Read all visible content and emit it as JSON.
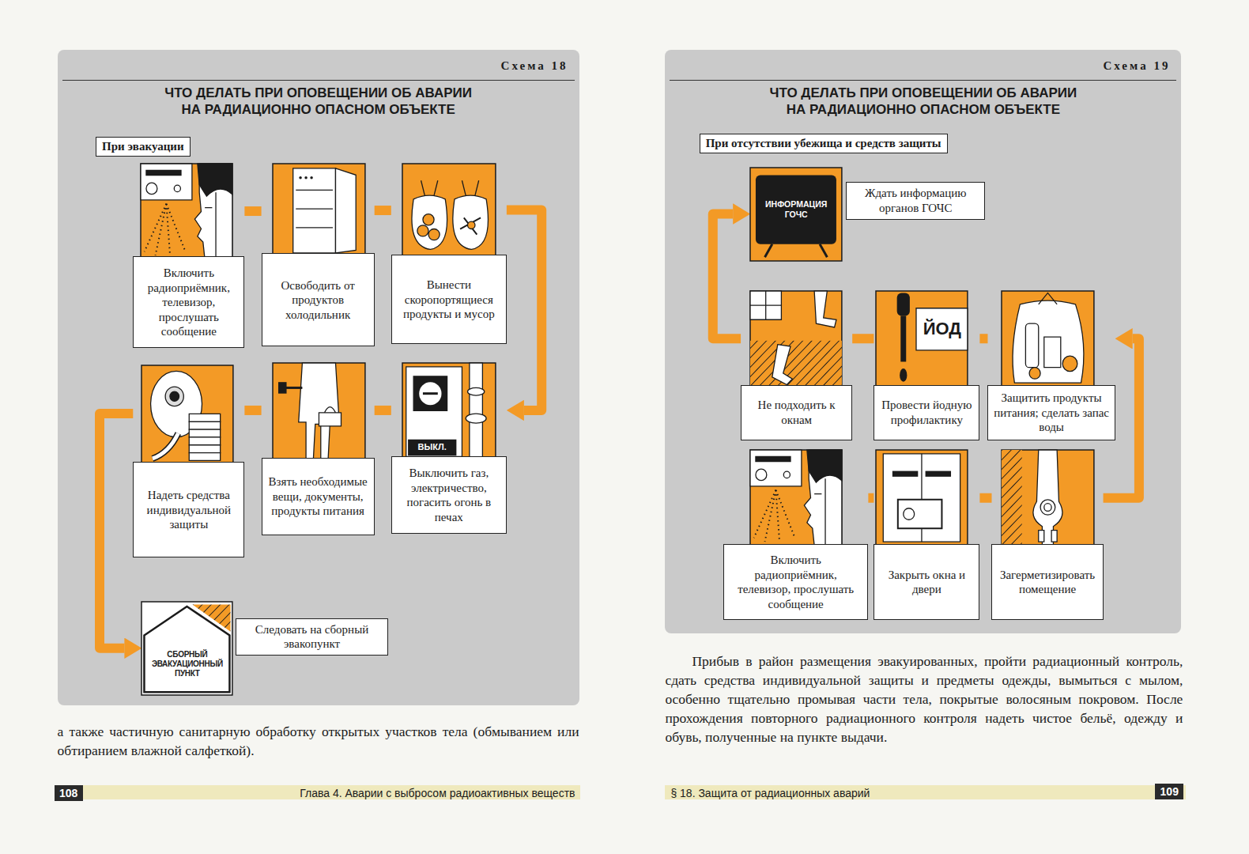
{
  "diagram": {
    "nodes": [
      {
        "text": [
          "Схема 18",
          "ЧТО ДЕЛАТЬ ПРИ ОПОВЕЩЕНИИ ОБ АВАРИИ НА РАДИАЦИОННО ОПАСНОМ ОБЪЕКТЕ",
          "При эвакуации"
        ]
      },
      {
        "text": [
          "Включить радиоприёмник, телевизор, прослушать сообщение"
        ],
        "in": 0
      },
      {
        "text": [
          "Освободить от продуктов холодильник"
        ],
        "in": 0
      },
      {
        "text": [
          "Вынести скоропортящиеся продукты и мусор"
        ],
        "in": 0
      },
      {
        "text": [
          "Надеть средства индивидуальной защиты"
        ],
        "in": 0
      },
      {
        "text": [
          "Взять необходимые вещи, документы, продукты питания"
        ],
        "in": 0
      },
      {
        "text": [
          "ВЫКЛ.",
          "Выключить газ, электричество, погасить огонь в печах"
        ],
        "in": 0
      },
      {
        "text": [
          "СБОРНЫЙ ЭВАКУАЦИОННЫЙ ПУНКТ",
          "Следовать на сборный эвакопункт"
        ],
        "in": 0
      },
      {
        "text": [
          "Схема 19",
          "ЧТО ДЕЛАТЬ ПРИ ОПОВЕЩЕНИИ ОБ АВАРИИ НА РАДИАЦИОННО ОПАСНОМ ОБЪЕКТЕ",
          "При отсутствии убежища и средств защиты"
        ]
      },
      {
        "text": [
          "ИНФОРМАЦИЯ ГОЧС",
          "Ждать информацию органов ГОЧС"
        ],
        "in": 8
      },
      {
        "text": [
          "Не подходить к окнам"
        ],
        "in": 8
      },
      {
        "text": [
          "ЙОД",
          "Провести йодную профилактику"
        ],
        "in": 8
      },
      {
        "text": [
          "Защитить продукты питания; сделать запас воды"
        ],
        "in": 8
      },
      {
        "text": [
          "Включить радиоприёмник, телевизор, прослушать сообщение"
        ],
        "in": 8
      },
      {
        "text": [
          "Закрыть окна и двери"
        ],
        "in": 8
      },
      {
        "text": [
          "Загерметизировать помещение"
        ],
        "in": 8
      }
    ],
    "edges": [
      {
        "from": 1,
        "to": 2,
        "arrow": "none"
      },
      {
        "from": 2,
        "to": 3,
        "arrow": "none"
      },
      {
        "from": 3,
        "to": 6,
        "arrow": "to"
      },
      {
        "from": 6,
        "to": 5,
        "arrow": "none"
      },
      {
        "from": 5,
        "to": 4,
        "arrow": "none"
      },
      {
        "from": 4,
        "to": 7,
        "arrow": "to"
      },
      {
        "from": 13,
        "to": 14,
        "arrow": "none"
      },
      {
        "from": 14,
        "to": 15,
        "arrow": "none"
      },
      {
        "from": 15,
        "to": 12,
        "arrow": "to"
      },
      {
        "from": 12,
        "to": 11,
        "arrow": "none"
      },
      {
        "from": 11,
        "to": 10,
        "arrow": "none"
      },
      {
        "from": 10,
        "to": 9,
        "arrow": "to"
      }
    ],
    "labels": [
      "а также частичную санитарную обработку открытых участков тела (обмыванием или обтиранием влажной салфеткой).",
      "108",
      "Глава 4. Аварии с выбросом радиоактивных веществ",
      "Прибыв в район размещения эвакуированных, пройти радиационный контроль, сдать средства индивидуальной защиты и предметы одежды, вымыться с мылом, особенно тщательно промывая части тела, покрытые волосяным покровом. После прохождения повторного радиационного контроля надеть чистое бельё, одежду и обувь, полученные на пункте выдачи.",
      "§ 18. Защита от радиационных аварий",
      "109"
    ]
  }
}
